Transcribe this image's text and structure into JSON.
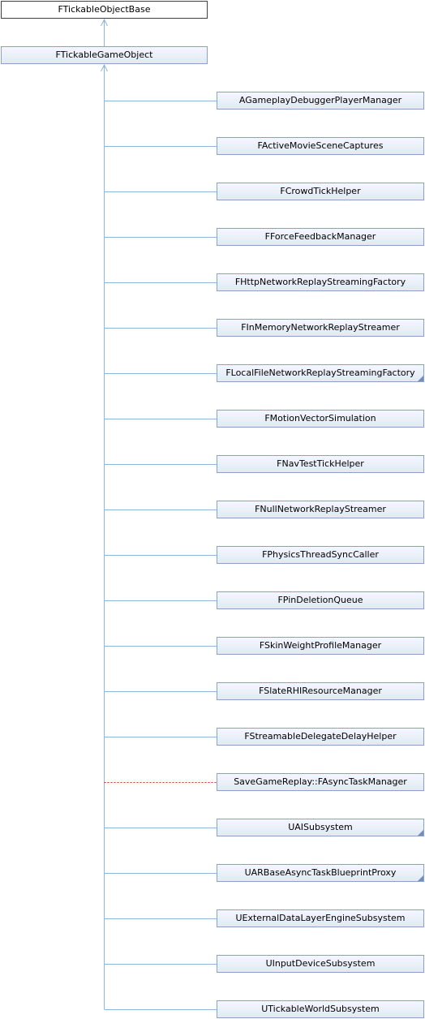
{
  "diagram": {
    "root": "FTickableObjectBase",
    "parent": "FTickableGameObject",
    "children": [
      {
        "label": "AGameplayDebuggerPlayerManager",
        "link": "solid",
        "more": false
      },
      {
        "label": "FActiveMovieSceneCaptures",
        "link": "solid",
        "more": false
      },
      {
        "label": "FCrowdTickHelper",
        "link": "solid",
        "more": false
      },
      {
        "label": "FForceFeedbackManager",
        "link": "solid",
        "more": false
      },
      {
        "label": "FHttpNetworkReplayStreamingFactory",
        "link": "solid",
        "more": false
      },
      {
        "label": "FInMemoryNetworkReplayStreamer",
        "link": "solid",
        "more": false
      },
      {
        "label": "FLocalFileNetworkReplayStreamingFactory",
        "link": "solid",
        "more": true
      },
      {
        "label": "FMotionVectorSimulation",
        "link": "solid",
        "more": false
      },
      {
        "label": "FNavTestTickHelper",
        "link": "solid",
        "more": false
      },
      {
        "label": "FNullNetworkReplayStreamer",
        "link": "solid",
        "more": false
      },
      {
        "label": "FPhysicsThreadSyncCaller",
        "link": "solid",
        "more": false
      },
      {
        "label": "FPinDeletionQueue",
        "link": "solid",
        "more": false
      },
      {
        "label": "FSkinWeightProfileManager",
        "link": "solid",
        "more": false
      },
      {
        "label": "FSlateRHIResourceManager",
        "link": "solid",
        "more": false
      },
      {
        "label": "FStreamableDelegateDelayHelper",
        "link": "solid",
        "more": false
      },
      {
        "label": "SaveGameReplay::FAsyncTaskManager",
        "link": "dotted",
        "more": false
      },
      {
        "label": "UAISubsystem",
        "link": "solid",
        "more": true
      },
      {
        "label": "UARBaseAsyncTaskBlueprintProxy",
        "link": "solid",
        "more": true
      },
      {
        "label": "UExternalDataLayerEngineSubsystem",
        "link": "solid",
        "more": false
      },
      {
        "label": "UInputDeviceSubsystem",
        "link": "solid",
        "more": false
      },
      {
        "label": "UTickableWorldSubsystem",
        "link": "solid",
        "more": false
      }
    ],
    "colors": {
      "edge": "#8fb3d9",
      "dotted_edge": "#cc3333",
      "node_border": "#8aa1c9",
      "base_border": "#404040"
    }
  }
}
